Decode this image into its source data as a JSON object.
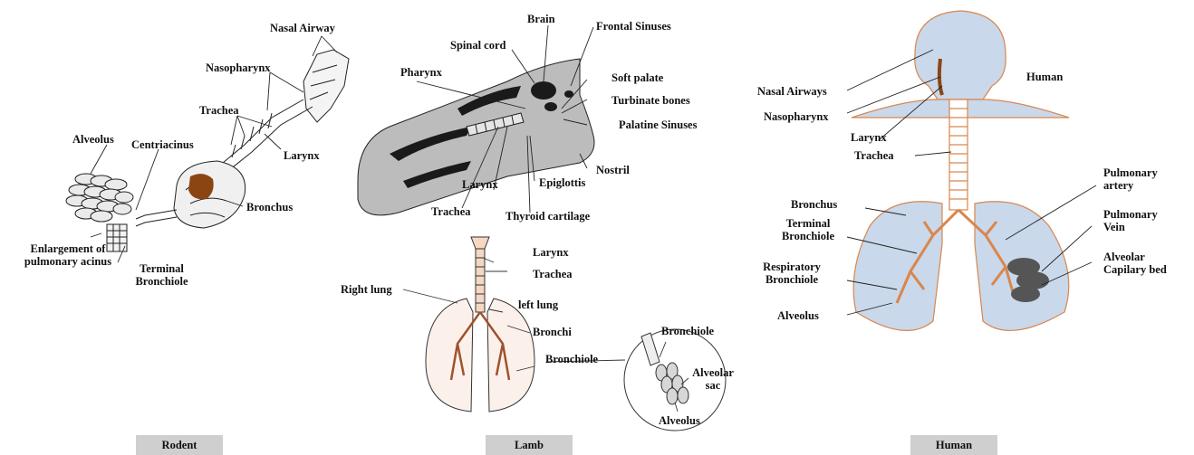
{
  "panels": {
    "rodent": {
      "tab": "Rodent",
      "labels": {
        "nasal_airway": "Nasal Airway",
        "nasopharynx": "Nasopharynx",
        "trachea": "Trachea",
        "larynx": "Larynx",
        "alveolus": "Alveolus",
        "centriacinus": "Centriacinus",
        "bronchus": "Bronchus",
        "enlargement": "Enlargement of pulmonary acinus",
        "terminal_bronchiole": "Terminal Bronchiole"
      }
    },
    "lamb": {
      "tab": "Lamb",
      "labels": {
        "brain": "Brain",
        "spinal_cord": "Spinal cord",
        "frontal_sinuses": "Frontal Sinuses",
        "pharynx": "Pharynx",
        "soft_palate": "Soft palate",
        "turbinate_bones": "Turbinate bones",
        "palatine_sinuses": "Palatine Sinuses",
        "nostril": "Nostril",
        "larynx": "Larynx",
        "epiglottis": "Epiglottis",
        "trachea": "Trachea",
        "thyroid_cartilage": "Thyroid cartilage",
        "lung_larynx": "Larynx",
        "lung_trachea": "Trachea",
        "right_lung": "Right lung",
        "left_lung": "left lung",
        "bronchi": "Bronchi",
        "bronchiole": "Bronchiole",
        "inset_bronchiole": "Bronchiole",
        "inset_alveolar_sac": "Alveolar sac",
        "inset_alveolus": "Alveolus"
      }
    },
    "human": {
      "tab": "Human",
      "labels": {
        "title": "Human",
        "nasal_airways": "Nasal Airways",
        "nasopharynx": "Nasopharynx",
        "larynx": "Larynx",
        "trachea": "Trachea",
        "bronchus": "Bronchus",
        "terminal_bronchiole": "Terminal Bronchiole",
        "respiratory_bronchiole": "Respiratory Bronchiole",
        "alveolus": "Alveolus",
        "pulmonary_artery": "Pulmonary artery",
        "pulmonary_vein": "Pulmonary Vein",
        "alveolar_bed": "Alveolar Capilary bed"
      }
    }
  },
  "colors": {
    "human_fill": "#c9d8ea",
    "human_outline": "#d9864e",
    "rodent_tissue": "#8b4513",
    "lamb_body": "#bcbcbc",
    "lamb_dark": "#1a1a1a",
    "tab_bg": "#cfcfcf"
  }
}
